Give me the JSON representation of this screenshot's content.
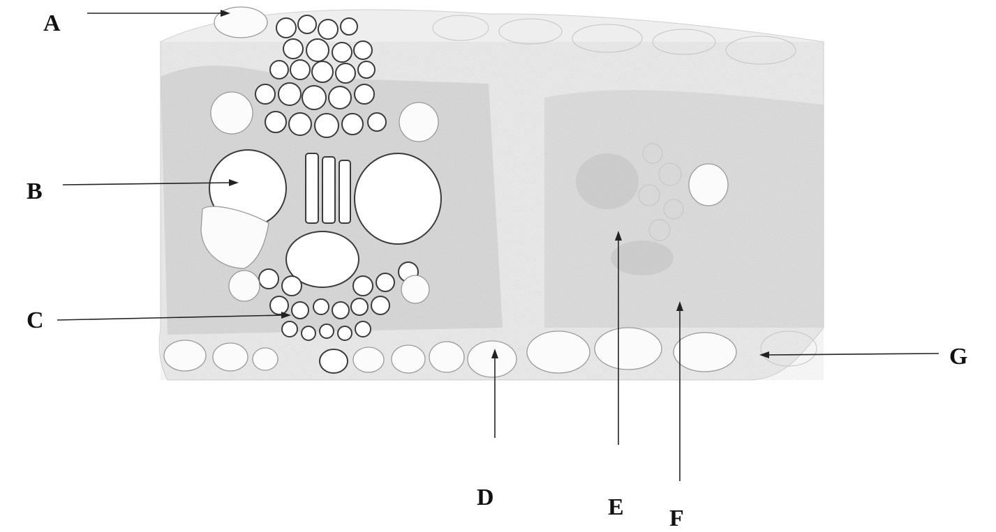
{
  "labels": {
    "A": "A",
    "B": "B",
    "C": "C",
    "D": "D",
    "E": "E",
    "F": "F",
    "G": "G"
  },
  "colors": {
    "ink": "#222222",
    "shading": "#c9c9c9",
    "background": "#ffffff"
  }
}
